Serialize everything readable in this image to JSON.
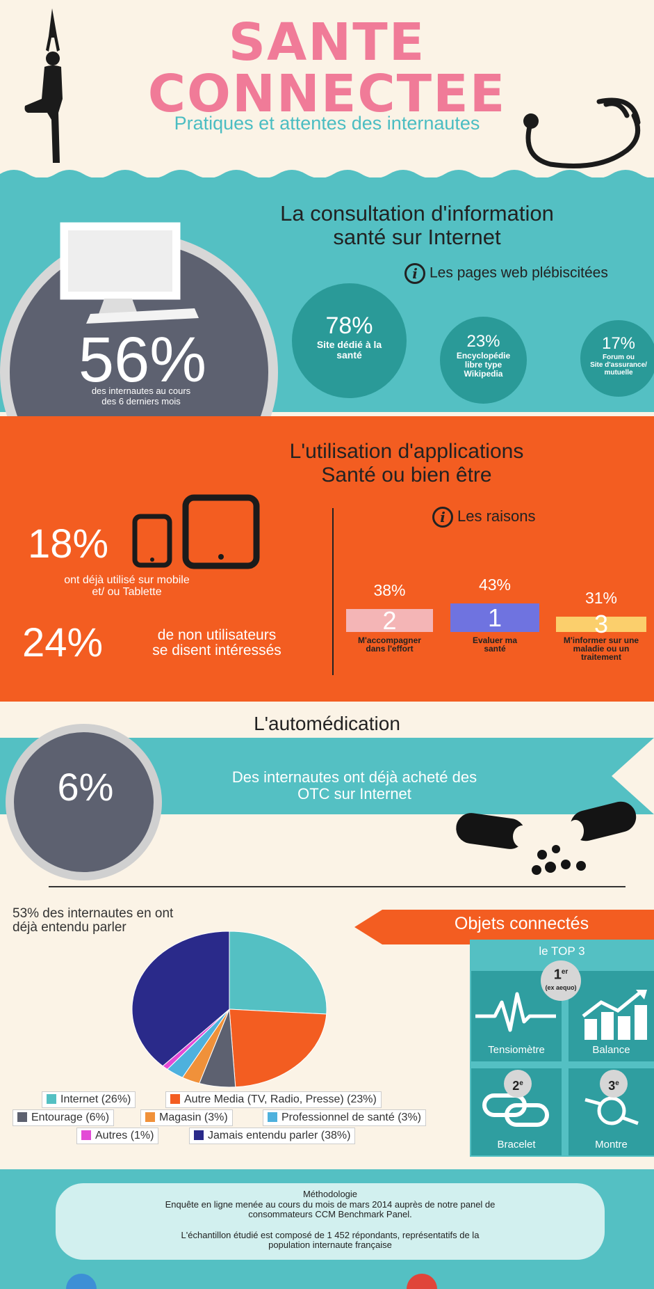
{
  "header": {
    "title_line1": "SANTE",
    "title_line2": "CONNECTEE",
    "subtitle": "Pratiques et attentes des internautes"
  },
  "consultation": {
    "title_line1": "La consultation d'information",
    "title_line2": "santé sur Internet",
    "big_stat": "56%",
    "big_stat_label_line1": "des internautes au cours",
    "big_stat_label_line2": "des 6 derniers mois",
    "info_label": "Les pages web plébiscitées",
    "pages": [
      {
        "value": "78%",
        "label_line1": "Site dédié à la",
        "label_line2": "santé",
        "label_line3": ""
      },
      {
        "value": "23%",
        "label_line1": "Encyclopédie",
        "label_line2": "libre type",
        "label_line3": "Wikipedia"
      },
      {
        "value": "17%",
        "label_line1": "Forum ou",
        "label_line2": "Site d'assurance/",
        "label_line3": "mutuelle"
      }
    ]
  },
  "applications": {
    "title_line1": "L'utilisation d'applications",
    "title_line2": "Santé ou bien être",
    "stat1": "18%",
    "stat1_label_line1": "ont déjà utilisé sur mobile",
    "stat1_label_line2": "et/ ou Tablette",
    "stat2": "24%",
    "stat2_label_line1": "de non utilisateurs",
    "stat2_label_line2": "se disent intéressés",
    "info_label": "Les raisons",
    "reasons": [
      {
        "pct": "38%",
        "rank": "2",
        "label_line1": "M'accompagner",
        "label_line2": "dans l'effort",
        "label_line3": "",
        "color": "#f4b5b6",
        "value": 38
      },
      {
        "pct": "43%",
        "rank": "1",
        "label_line1": "Evaluer ma",
        "label_line2": "santé",
        "label_line3": "",
        "color": "#6f73e0",
        "value": 43
      },
      {
        "pct": "31%",
        "rank": "3",
        "label_line1": "M'informer sur une",
        "label_line2": "maladie ou un",
        "label_line3": "traitement",
        "color": "#fbcf6c",
        "value": 31
      }
    ]
  },
  "automedication": {
    "title": "L'automédication",
    "stat": "6%",
    "text_line1": "Des internautes ont déjà acheté des",
    "text_line2": "OTC sur Internet"
  },
  "objets": {
    "heard_label_line1": "53% des internautes en ont",
    "heard_label_line2": "déjà entendu parler",
    "title": "Objets connectés",
    "top3_title": "le TOP 3",
    "rank1": "1",
    "rank1_sup": "er",
    "rank1_note": "(ex aequo)",
    "rank2": "2",
    "rank2_sup": "e",
    "rank3": "3",
    "rank3_sup": "e",
    "items": [
      "Tensiomètre",
      "Balance",
      "Bracelet",
      "Montre"
    ]
  },
  "chart_data": {
    "type": "pie",
    "categories": [
      "Internet",
      "Autre Media (TV, Radio, Presse)",
      "Entourage",
      "Magasin",
      "Professionnel de santé",
      "Autres",
      "Jamais entendu parler"
    ],
    "values": [
      26,
      23,
      6,
      3,
      3,
      1,
      38
    ],
    "legend_labels": [
      "Internet (26%)",
      "Autre Media (TV, Radio, Presse) (23%)",
      "Entourage (6%)",
      "Magasin (3%)",
      "Professionnel de santé (3%)",
      "Autres (1%)",
      "Jamais entendu parler (38%)"
    ],
    "colors": [
      "#54c0c3",
      "#f35d21",
      "#5d6170",
      "#f0913a",
      "#4eb1dd",
      "#e34ad6",
      "#2a2a8a"
    ],
    "legend_placement": "bottom"
  },
  "methodology": {
    "title": "Méthodologie",
    "line1": "Enquête en ligne menée au cours du mois  de mars 2014 auprès de notre panel de",
    "line2": "consommateurs CCM Benchmark Panel.",
    "line3": "L'échantillon étudié est composé de 1 452 répondants, représentatifs de la",
    "line4": "population internaute française"
  },
  "colors": {
    "teal": "#54c0c3",
    "orange": "#f35d21",
    "pink": "#f07b98",
    "slate": "#5d6170",
    "cream": "#fbf3e6"
  }
}
